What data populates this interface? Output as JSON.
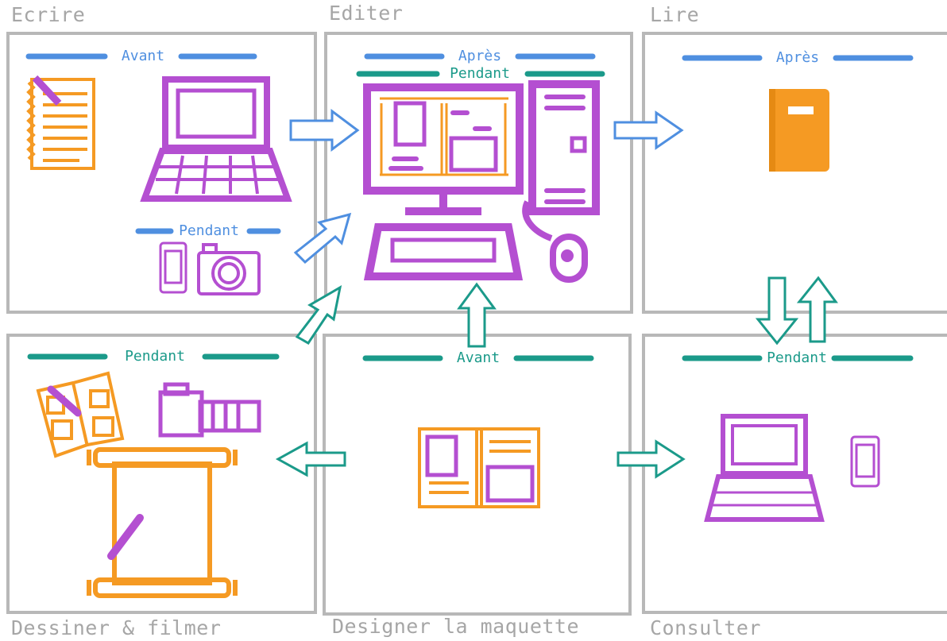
{
  "panels": {
    "ecrire": {
      "title": "Ecrire",
      "label_top": "Avant",
      "label_mid": "Pendant"
    },
    "editer": {
      "title": "Editer",
      "label_top": "Après",
      "label_second": "Pendant"
    },
    "lire": {
      "title": "Lire",
      "label_top": "Après"
    },
    "dessiner": {
      "title": "Dessiner & filmer",
      "label_top": "Pendant"
    },
    "designer": {
      "title": "Designer la maquette",
      "label_top": "Avant"
    },
    "consulter": {
      "title": "Consulter",
      "label_top": "Pendant"
    }
  },
  "colors": {
    "purple": "#b44fd1",
    "orange": "#f59a23",
    "blue": "#4f8fe0",
    "green": "#1b9a8a",
    "gray": "#b8b8b8"
  }
}
